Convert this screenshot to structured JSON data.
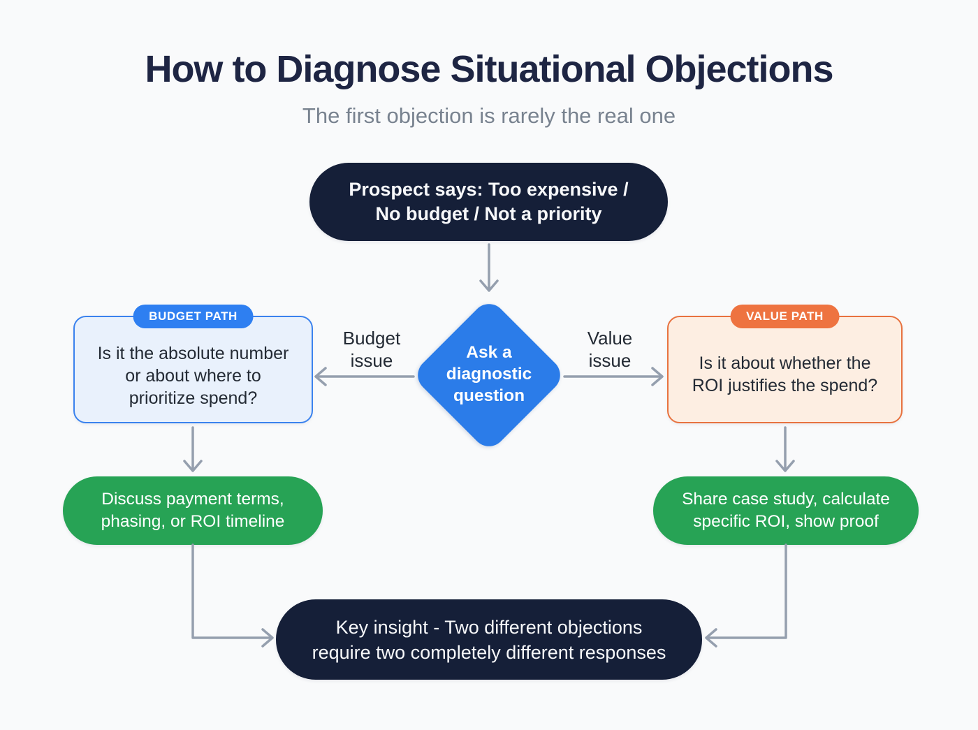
{
  "header": {
    "title": "How to Diagnose Situational Objections",
    "subtitle": "The first objection is rarely the real one"
  },
  "colors": {
    "background": "#f9fafb",
    "navy": "#151f38",
    "title": "#1e2543",
    "subtitle": "#78828f",
    "blue": "#2b7ce9",
    "badge_blue": "#2e7ff1",
    "blue_fill": "#e9f1fc",
    "blue_border": "#3a82ee",
    "orange": "#ee7340",
    "orange_fill": "#fdeee2",
    "orange_border": "#e8723f",
    "green": "#27a355",
    "arrow": "#959fae",
    "text_dark": "#232a34",
    "white_text": "#f7f8fa"
  },
  "nodes": {
    "prospect": {
      "lines": [
        "Prospect says: Too expensive /",
        "No budget / Not a priority"
      ]
    },
    "diagnostic": {
      "lines": [
        "Ask a",
        "diagnostic",
        "question"
      ]
    },
    "budget_box": {
      "badge": "BUDGET PATH",
      "lines": [
        "Is it the absolute number",
        "or about where to",
        "prioritize spend?"
      ]
    },
    "value_box": {
      "badge": "VALUE PATH",
      "lines": [
        "Is it about whether the",
        "ROI justifies the spend?"
      ]
    },
    "budget_action": {
      "lines": [
        "Discuss payment terms,",
        "phasing, or ROI timeline"
      ]
    },
    "value_action": {
      "lines": [
        "Share case study, calculate",
        "specific ROI, show proof"
      ]
    },
    "insight": {
      "lines": [
        "Key insight - Two different objections",
        "require two completely different responses"
      ]
    }
  },
  "edge_labels": {
    "budget": {
      "lines": [
        "Budget",
        "issue"
      ]
    },
    "value": {
      "lines": [
        "Value",
        "issue"
      ]
    }
  }
}
